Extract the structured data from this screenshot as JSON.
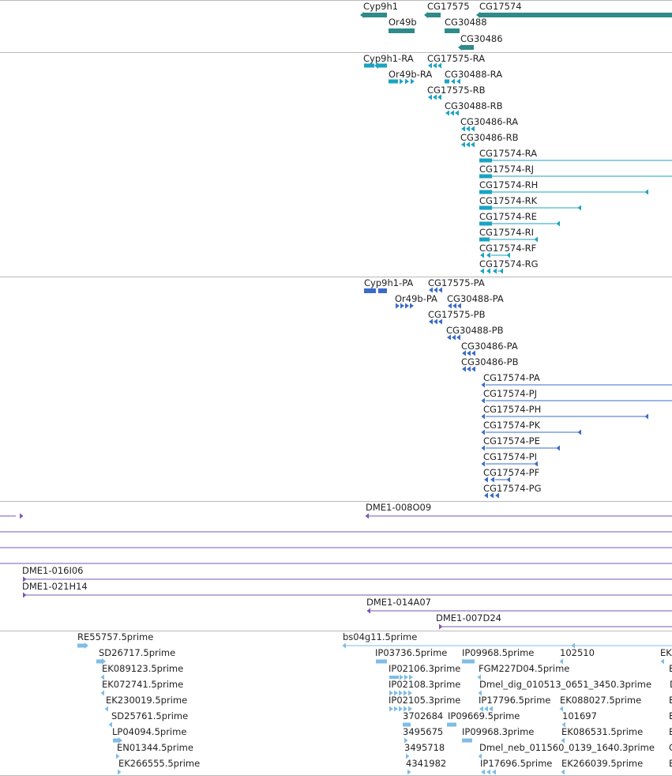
{
  "colors": {
    "gene": "#2f8a8a",
    "mrna": "#1aa3c2",
    "mrna_line": "#1aa3c2",
    "protein": "#3a6bc9",
    "bac": "#7b55b5",
    "est": "#80bde6",
    "divider": "#b9b9b9"
  },
  "tracks": {
    "genes": {
      "features": [
        {
          "label": "Cyp9h1",
          "strand": "-"
        },
        {
          "label": "Or49b",
          "strand": "+"
        },
        {
          "label": "CG17575",
          "strand": "-"
        },
        {
          "label": "CG30488",
          "strand": "-"
        },
        {
          "label": "CG30486",
          "strand": "-"
        },
        {
          "label": "CG17574",
          "strand": "-"
        }
      ]
    },
    "transcripts": {
      "features": [
        {
          "label": "Cyp9h1-RA"
        },
        {
          "label": "CG17575-RA"
        },
        {
          "label": "Or49b-RA"
        },
        {
          "label": "CG30488-RA"
        },
        {
          "label": "CG17575-RB"
        },
        {
          "label": "CG30488-RB"
        },
        {
          "label": "CG30486-RA"
        },
        {
          "label": "CG30486-RB"
        },
        {
          "label": "CG17574-RA"
        },
        {
          "label": "CG17574-RJ"
        },
        {
          "label": "CG17574-RH"
        },
        {
          "label": "CG17574-RK"
        },
        {
          "label": "CG17574-RE"
        },
        {
          "label": "CG17574-RI"
        },
        {
          "label": "CG17574-RF"
        },
        {
          "label": "CG17574-RG"
        }
      ]
    },
    "proteins": {
      "features": [
        {
          "label": "Cyp9h1-PA"
        },
        {
          "label": "CG17575-PA"
        },
        {
          "label": "Or49b-PA"
        },
        {
          "label": "CG30488-PA"
        },
        {
          "label": "CG17575-PB"
        },
        {
          "label": "CG30488-PB"
        },
        {
          "label": "CG30486-PA"
        },
        {
          "label": "CG30486-PB"
        },
        {
          "label": "CG17574-PA"
        },
        {
          "label": "CG17574-PJ"
        },
        {
          "label": "CG17574-PH"
        },
        {
          "label": "CG17574-PK"
        },
        {
          "label": "CG17574-PE"
        },
        {
          "label": "CG17574-PI"
        },
        {
          "label": "CG17574-PF"
        },
        {
          "label": "CG17574-PG"
        }
      ]
    },
    "bacs": {
      "features": [
        {
          "label": ""
        },
        {
          "label": "DME1-008O09"
        },
        {
          "label": ""
        },
        {
          "label": ""
        },
        {
          "label": ""
        },
        {
          "label": "DME1-016I06"
        },
        {
          "label": "DME1-021H14"
        },
        {
          "label": "DME1-014A07"
        },
        {
          "label": "DME1-007D24"
        }
      ]
    },
    "ests": {
      "features": [
        {
          "label": "RE55757.5prime"
        },
        {
          "label": "SD26717.5prime"
        },
        {
          "label": "EK089123.5prime"
        },
        {
          "label": "EK072741.5prime"
        },
        {
          "label": "EK230019.5prime"
        },
        {
          "label": "SD25761.5prime"
        },
        {
          "label": "LP04094.5prime"
        },
        {
          "label": "EN01344.5prime"
        },
        {
          "label": "EK266555.5prime"
        },
        {
          "label": "bs04g11.5prime"
        },
        {
          "label": "IP03736.5prime"
        },
        {
          "label": "IP02106.3prime"
        },
        {
          "label": "IP02108.3prime"
        },
        {
          "label": "IP02105.3prime"
        },
        {
          "label": "3702684"
        },
        {
          "label": "3495675"
        },
        {
          "label": "3495718"
        },
        {
          "label": "4341982"
        },
        {
          "label": "IP09968.5prime"
        },
        {
          "label": "FGM227D04.5prime"
        },
        {
          "label": "Dmel_dig_010513_0651_3450.3prime"
        },
        {
          "label": "IP17796.5prime"
        },
        {
          "label": "IP09669.5prime"
        },
        {
          "label": "IP09968.3prime"
        },
        {
          "label": "Dmel_neb_011560_0139_1640.3prime"
        },
        {
          "label": "IP17696.5prime"
        },
        {
          "label": "102510"
        },
        {
          "label": "EK088027.5prime"
        },
        {
          "label": "101697"
        },
        {
          "label": "EK086531.5prime"
        },
        {
          "label": "EK266039.5prime"
        },
        {
          "label": "EK"
        },
        {
          "label": "E"
        },
        {
          "label": "D"
        },
        {
          "label": "E"
        },
        {
          "label": "E"
        },
        {
          "label": "E"
        },
        {
          "label": "C"
        },
        {
          "label": "E"
        }
      ]
    }
  }
}
